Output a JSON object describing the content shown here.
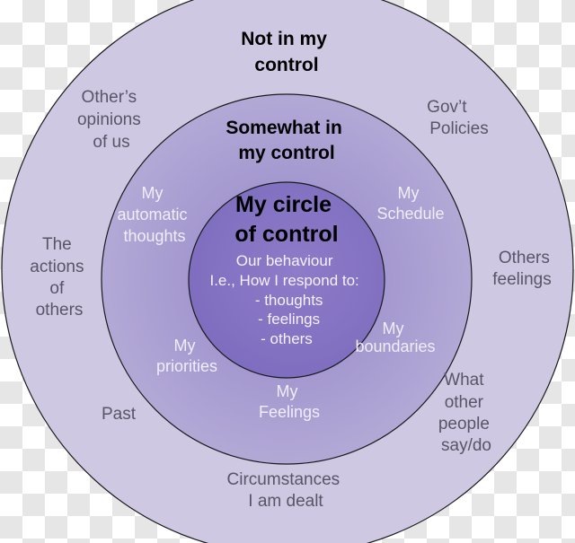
{
  "colors": {
    "outer": "#cfc8e3",
    "middle": "#a89ccf",
    "inner": "#8b79c7",
    "stroke": "#1a1a1a"
  },
  "outer": {
    "title": [
      "Not in my",
      "control"
    ],
    "items": [
      {
        "lines": [
          "Other’s",
          "opinions",
          "of us"
        ]
      },
      {
        "lines": [
          "Gov’t",
          "Policies"
        ]
      },
      {
        "lines": [
          "The",
          "actions",
          "of",
          "others"
        ]
      },
      {
        "lines": [
          "Others",
          "feelings"
        ]
      },
      {
        "lines": [
          "Past"
        ]
      },
      {
        "lines": [
          "What",
          "other",
          "people",
          "say/do"
        ]
      },
      {
        "lines": [
          "Circumstances",
          "I am dealt"
        ]
      }
    ]
  },
  "middle": {
    "title": [
      "Somewhat in",
      "my control"
    ],
    "items": [
      {
        "lines": [
          "My",
          "automatic",
          "thoughts"
        ]
      },
      {
        "lines": [
          "My",
          "Schedule"
        ]
      },
      {
        "lines": [
          "My",
          "priorities"
        ]
      },
      {
        "lines": [
          "My",
          "boundaries"
        ]
      },
      {
        "lines": [
          "My",
          "Feelings"
        ]
      }
    ]
  },
  "inner": {
    "title": [
      "My circle",
      "of control"
    ],
    "lines": [
      "Our behaviour",
      "I.e., How I respond to:",
      "- thoughts",
      "- feelings",
      "- others"
    ]
  }
}
